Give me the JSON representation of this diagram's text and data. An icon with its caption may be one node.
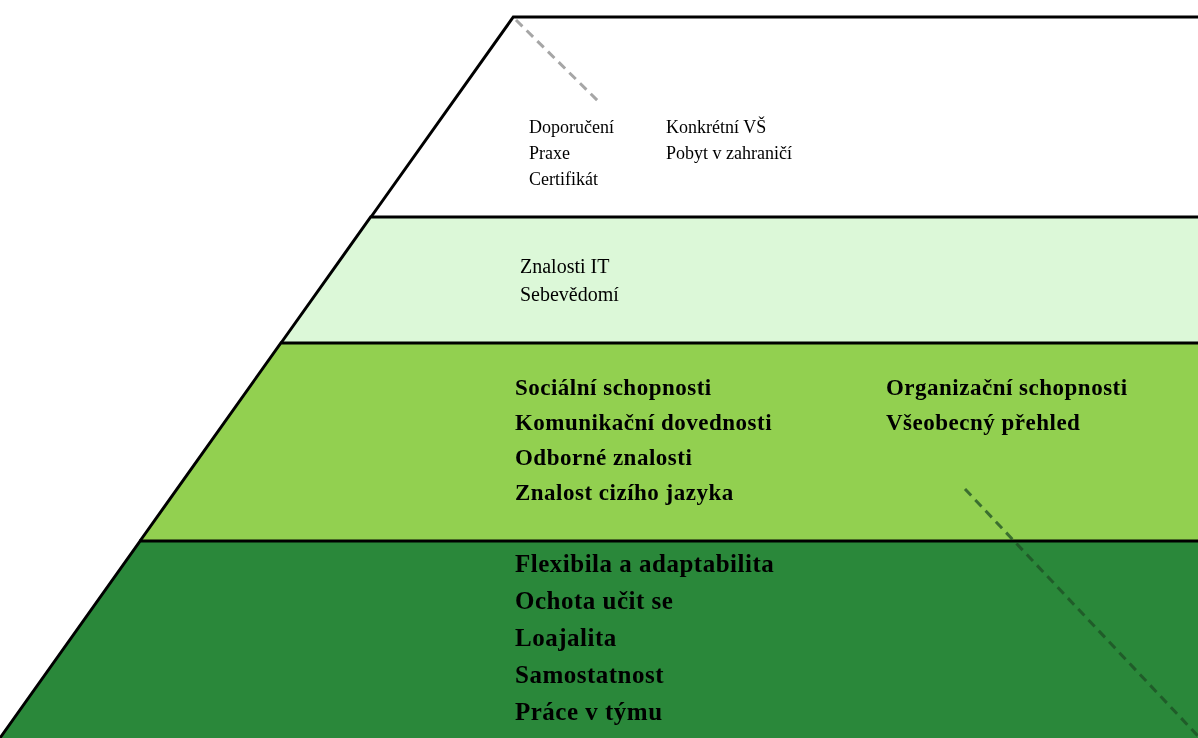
{
  "diagram": {
    "nodes": [
      {
        "text": [
          "Doporučení",
          "Praxe",
          "Certifikát",
          "Konkrétní VŠ",
          "Pobyt v zahraničí"
        ]
      },
      {
        "text": [
          "Znalosti IT",
          "Sebevědomí"
        ]
      },
      {
        "text": [
          "Sociální schopnosti",
          "Komunikační dovednosti",
          "Odborné znalosti",
          "Znalost cizího jazyka",
          "Organizační schopnosti",
          "Všeobecný přehled"
        ]
      },
      {
        "text": [
          "Flexibila a adaptabilita",
          "Ochota učit se",
          "Loajalita",
          "Samostatnost",
          "Práce v týmu"
        ]
      }
    ]
  }
}
